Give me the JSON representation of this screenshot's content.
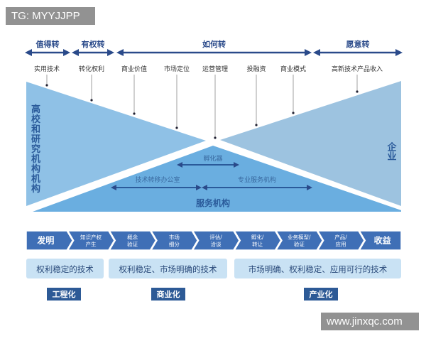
{
  "watermarks": {
    "top_left": "TG: MYYJJPP",
    "bottom_right": "www.jinxqc.com"
  },
  "colors": {
    "dark_blue": "#2a4a8a",
    "chevron_blue": "#3f6fb6",
    "left_triangle": "#8fc1e6",
    "right_triangle": "#9dc3e0",
    "bottom_triangle": "#6aaee0",
    "box_light": "#c9e2f4",
    "badge": "#2d5a96"
  },
  "phases": [
    {
      "label": "值得转"
    },
    {
      "label": "有权转"
    },
    {
      "label": "如何转"
    },
    {
      "label": "愿意转"
    }
  ],
  "stages": [
    "实用技术",
    "转化权利",
    "商业价值",
    "市场定位",
    "运营管理",
    "投融资",
    "商业模式",
    "高新技术产品收入"
  ],
  "left_label": "高校和研究机构机构",
  "right_label": "企业",
  "bottom_label": "服务机构",
  "incubator": "孵化器",
  "tto": "技术转移办公室",
  "professional_services": "专业服务机构",
  "process": [
    {
      "line1": "发明",
      "line2": ""
    },
    {
      "line1": "知识产权",
      "line2": "产生"
    },
    {
      "line1": "概念",
      "line2": "验证"
    },
    {
      "line1": "市场",
      "line2": "细分"
    },
    {
      "line1": "评估/",
      "line2": "洽谈"
    },
    {
      "line1": "孵化/",
      "line2": "转让"
    },
    {
      "line1": "业务模型/",
      "line2": "验证"
    },
    {
      "line1": "产品/",
      "line2": "应用"
    },
    {
      "line1": "收益",
      "line2": ""
    }
  ],
  "tech_boxes": [
    "权利稳定的技术",
    "权利稳定、市场明确的技术",
    "市场明确、权利稳定、应用可行的技术"
  ],
  "badges": [
    "工程化",
    "商业化",
    "产业化"
  ]
}
